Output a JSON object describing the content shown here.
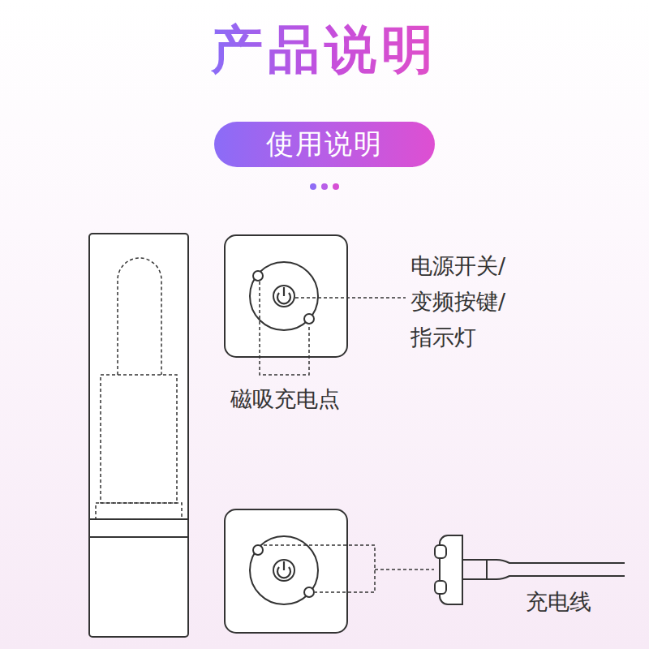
{
  "diagram": {
    "title": "产品说明",
    "nodes": [
      {
        "text": [
          "使用说明"
        ]
      }
    ],
    "labels": [
      "电源开关/ 变频按键/ 指示灯",
      "磁吸充电点",
      "充电线"
    ]
  }
}
